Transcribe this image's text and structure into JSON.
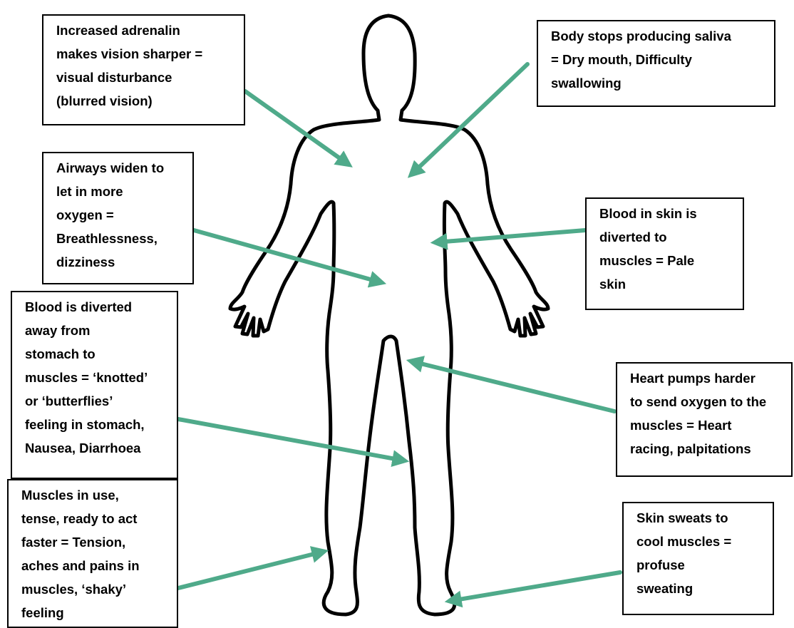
{
  "arrow_color": "#4faa8a",
  "outline_color": "#000000",
  "labels": {
    "adrenalin": "Increased adrenalin\nmakes vision sharper =\nvisual disturbance\n(blurred vision)",
    "saliva": "Body stops producing saliva\n= Dry mouth, Difficulty\nswallowing",
    "airways": "Airways widen to\nlet in more\noxygen =\nBreathlessness,\ndizziness",
    "skin": "Blood in skin is\ndiverted to\nmuscles = Pale\nskin",
    "stomach": "Blood is diverted\naway from\nstomach to\nmuscles = ‘knotted’\nor ‘butterflies’\nfeeling in stomach,\nNausea, Diarrhoea",
    "heart": "Heart pumps harder\nto send oxygen to the\nmuscles = Heart\nracing, palpitations",
    "muscles": "Muscles in use,\ntense, ready to act\nfaster = Tension,\naches and pains in\nmuscles, ‘shaky’\nfeeling",
    "sweat": "Skin sweats to\ncool muscles =\nprofuse\nsweating"
  }
}
